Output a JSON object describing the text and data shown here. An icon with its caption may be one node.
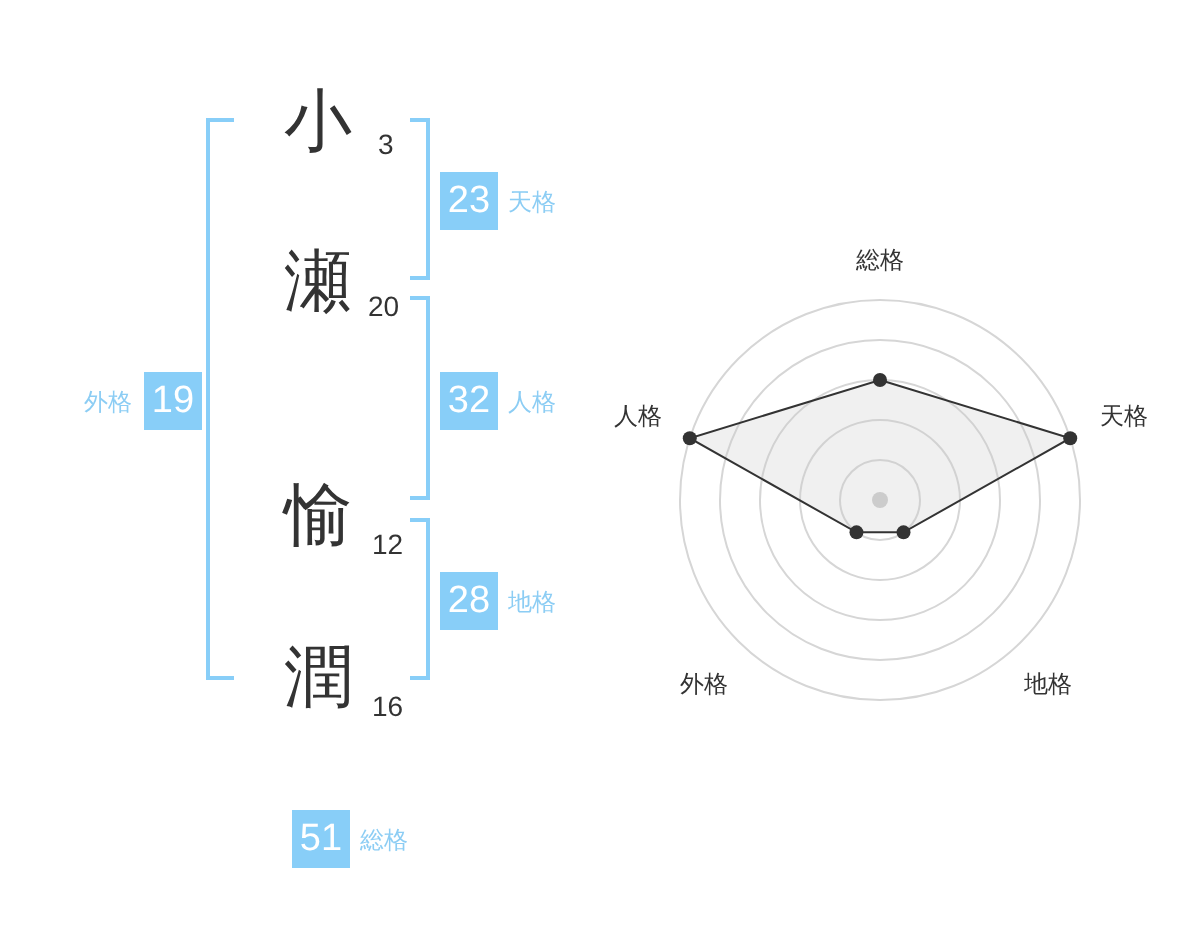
{
  "diagram": {
    "nodes": [
      {
        "text": [
          "23"
        ],
        "beside": [
          "天格"
        ]
      },
      {
        "text": [
          "19"
        ],
        "beside": [
          "外格"
        ]
      },
      {
        "text": [
          "32"
        ],
        "beside": [
          "人格"
        ]
      },
      {
        "text": [
          "28"
        ],
        "beside": [
          "地格"
        ]
      },
      {
        "text": [
          "51"
        ],
        "beside": [
          "総格"
        ]
      }
    ],
    "labels": [
      "小",
      "3",
      "瀬",
      "20",
      "愉",
      "12",
      "潤",
      "16",
      "総格",
      "人格",
      "天格",
      "外格",
      "地格"
    ]
  }
}
